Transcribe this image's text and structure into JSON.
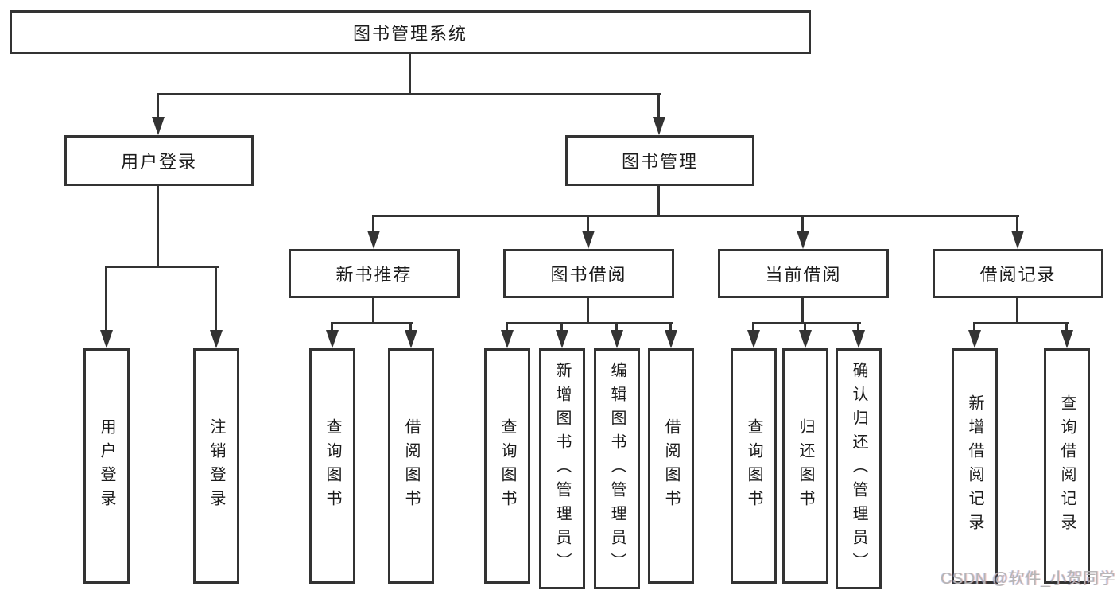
{
  "diagram": {
    "title": "图书管理系统",
    "root": {
      "label": "图书管理系统"
    },
    "level2": [
      {
        "label": "用户登录"
      },
      {
        "label": "图书管理"
      }
    ],
    "level3": [
      {
        "label": "新书推荐"
      },
      {
        "label": "图书借阅"
      },
      {
        "label": "当前借阅"
      },
      {
        "label": "借阅记录"
      }
    ],
    "leaves": [
      {
        "label": "用户登录"
      },
      {
        "label": "注销登录"
      },
      {
        "label": "查询图书"
      },
      {
        "label": "借阅图书"
      },
      {
        "label": "查询图书"
      },
      {
        "label": "新增图书（管理员）"
      },
      {
        "label": "编辑图书（管理员）"
      },
      {
        "label": "借阅图书"
      },
      {
        "label": "查询图书"
      },
      {
        "label": "归还图书"
      },
      {
        "label": "确认归还（管理员）"
      },
      {
        "label": "新增借阅记录"
      },
      {
        "label": "查询借阅记录"
      }
    ]
  },
  "watermark": {
    "text": "CSDN @软件_小贺同学"
  },
  "colors": {
    "line": "#333333",
    "text": "#1c1c1c",
    "background": "#ffffff",
    "watermark": "#b5b5b5"
  }
}
